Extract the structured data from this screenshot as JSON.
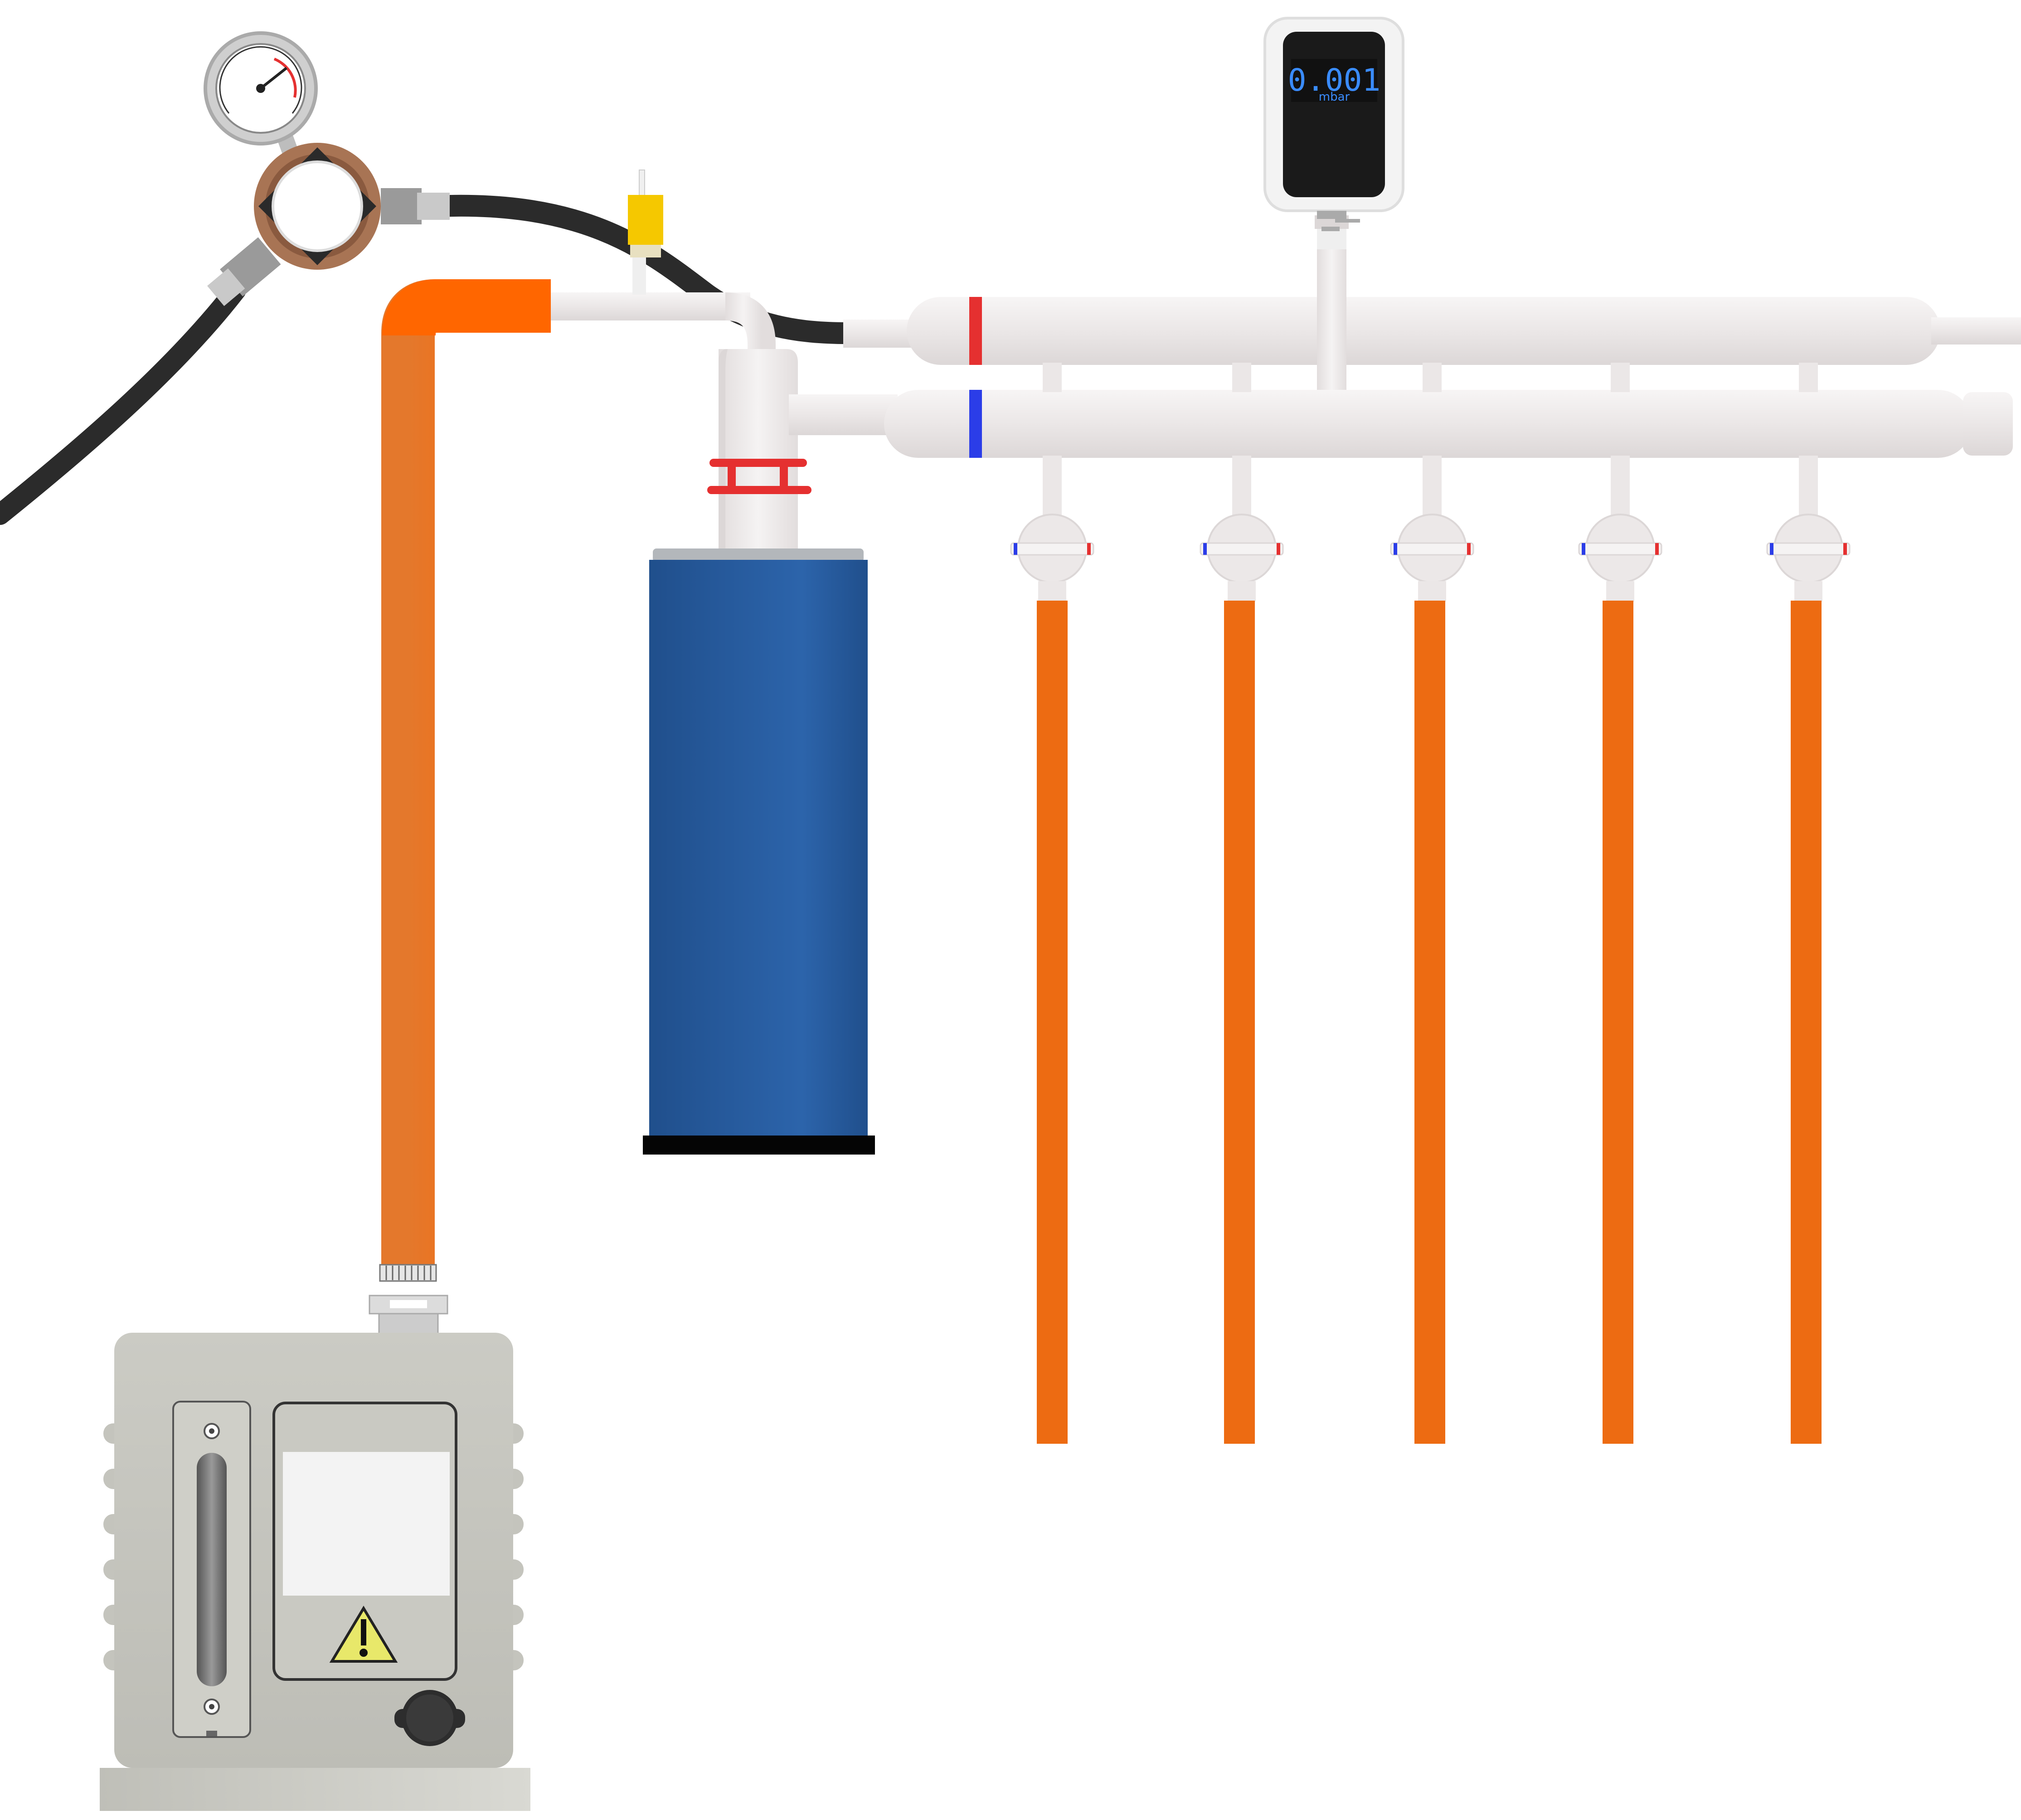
{
  "vacuum_gauge": {
    "reading": "0.001",
    "unit": "mbar",
    "display_color": "#3a8cff"
  },
  "components": {
    "pump": {
      "icon": "warning-triangle-icon",
      "body_color": "#c7c7c0"
    },
    "cold_trap": {
      "color": "#24579a"
    },
    "hoses": {
      "rubber_color": "#ed6b12",
      "vacuum_hose_color": "#2b2b2b"
    },
    "manifold": {
      "glass_color": "#efebeb",
      "vacuum_line_mark": "#e53030",
      "gas_line_mark": "#2b3de8"
    },
    "pressure_gauge": {
      "icon": "pressure-gauge-icon"
    },
    "regulator": {
      "body_color": "#a87454"
    },
    "port_count": 5
  }
}
